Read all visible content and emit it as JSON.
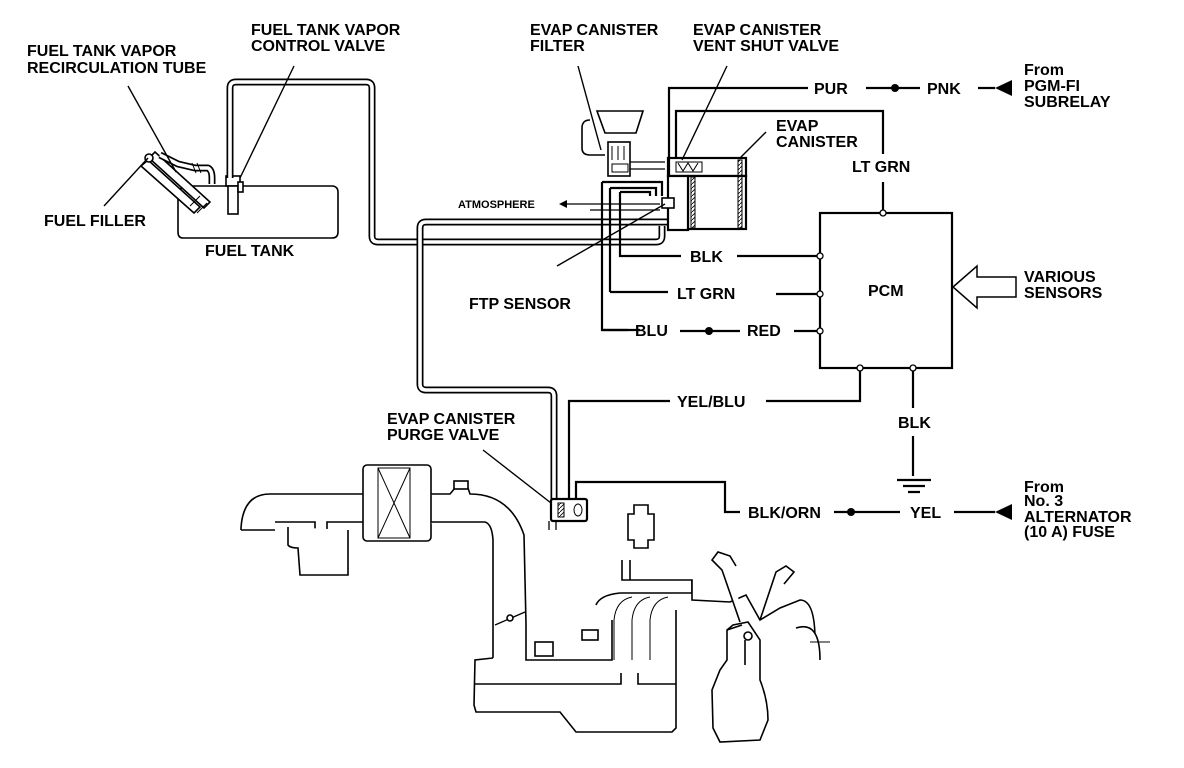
{
  "labels": {
    "recirc_tube": [
      "FUEL TANK VAPOR",
      "RECIRCULATION TUBE"
    ],
    "control_valve": [
      "FUEL TANK VAPOR",
      "CONTROL VALVE"
    ],
    "fuel_filler": "FUEL FILLER",
    "fuel_tank": "FUEL TANK",
    "canister_filter": [
      "EVAP CANISTER",
      "FILTER"
    ],
    "vent_shut_valve": [
      "EVAP CANISTER",
      "VENT SHUT VALVE"
    ],
    "evap_canister": [
      "EVAP",
      "CANISTER"
    ],
    "atmosphere": "ATMOSPHERE",
    "ftp_sensor": "FTP SENSOR",
    "pcm": "PCM",
    "various_sensors": [
      "VARIOUS",
      "SENSORS"
    ],
    "purge_valve": [
      "EVAP CANISTER",
      "PURGE VALVE"
    ],
    "from_subrelay": [
      "From",
      "PGM-FI",
      "SUBRELAY"
    ],
    "from_fuse": [
      "From",
      "No. 3",
      "ALTERNATOR",
      "(10 A) FUSE"
    ]
  },
  "wires": {
    "pur": "PUR",
    "pnk": "PNK",
    "lt_grn_top": "LT GRN",
    "blk_sensor": "BLK",
    "lt_grn_sensor": "LT GRN",
    "blu": "BLU",
    "red": "RED",
    "yel_blu": "YEL/BLU",
    "blk_ground": "BLK",
    "blk_orn": "BLK/ORN",
    "yel": "YEL"
  }
}
